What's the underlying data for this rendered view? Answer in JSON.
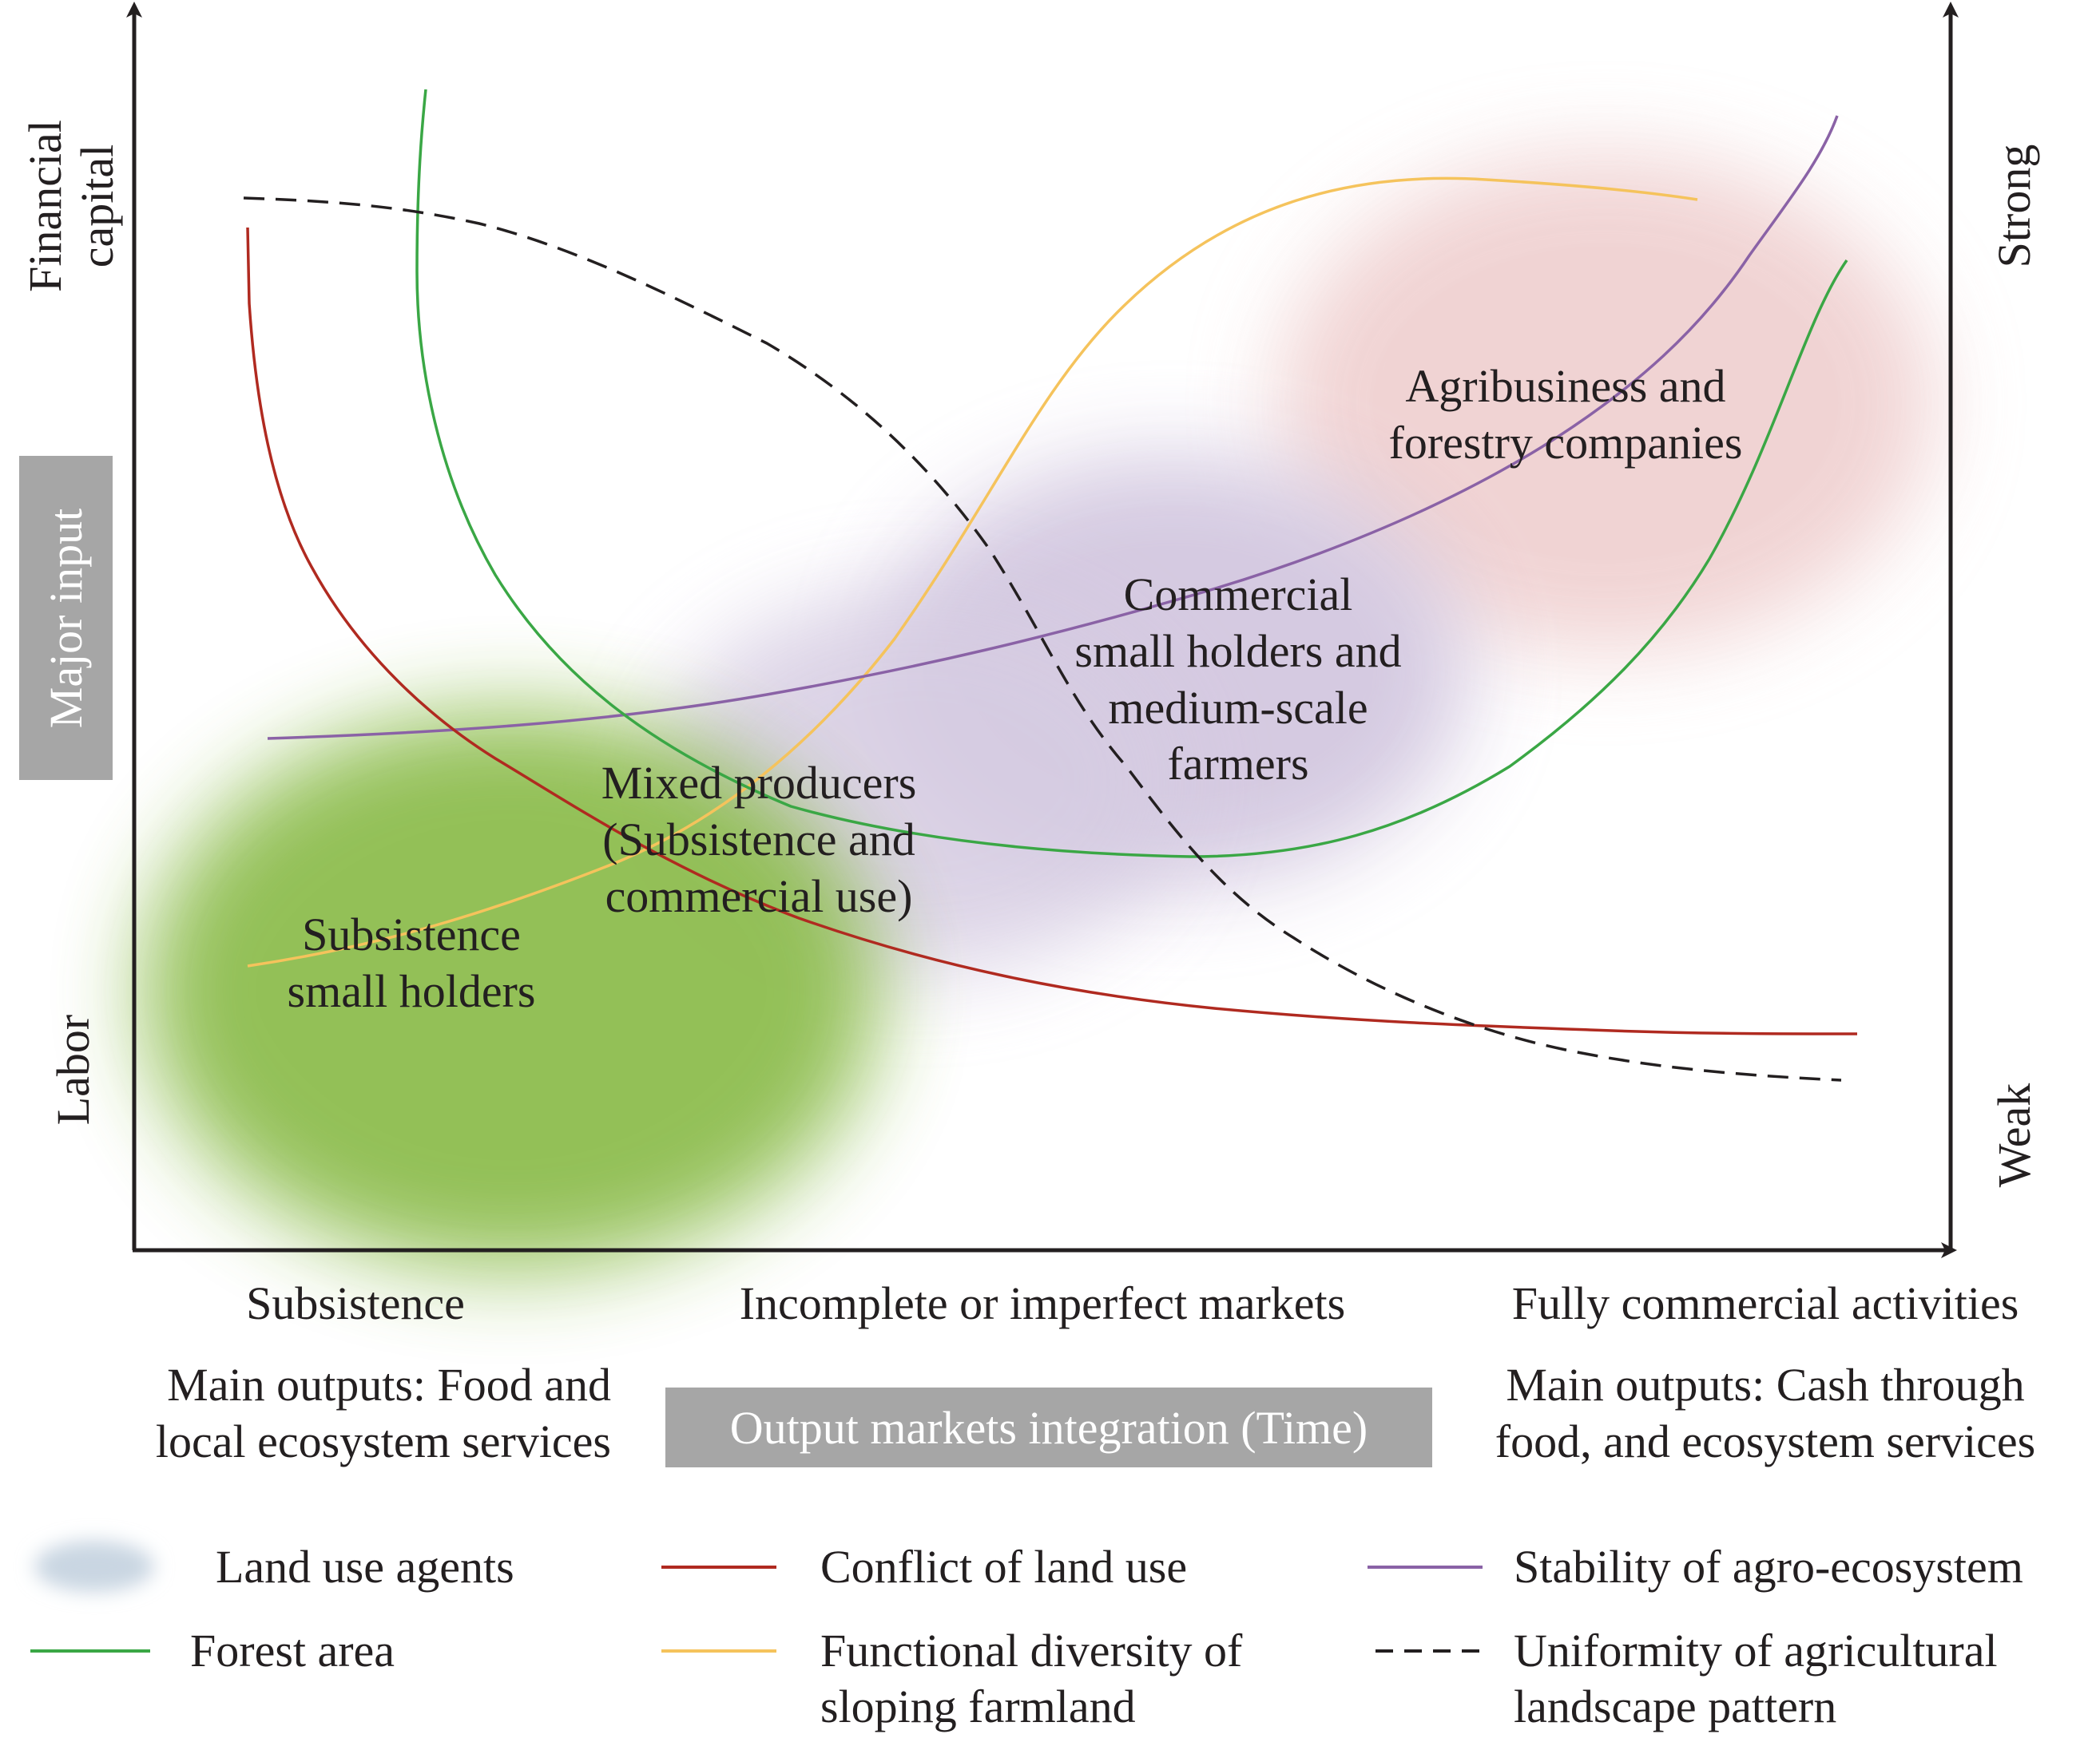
{
  "y_axis": {
    "top_label": "Financial capital",
    "top_label_lines": [
      "Financial",
      "capital"
    ],
    "middle_banner": "Major input",
    "bottom_label": "Labor"
  },
  "right_axis": {
    "top_label": "Strong",
    "bottom_label": "Weak"
  },
  "x_axis": {
    "categories": [
      "Subsistence",
      "Incomplete or imperfect markets",
      "Fully commercial activities"
    ],
    "banner": "Output markets integration (Time)",
    "left_note": [
      "Main outputs: Food and",
      "local ecosystem services"
    ],
    "right_note": [
      "Main outputs: Cash through",
      "food, and ecosystem services"
    ]
  },
  "agents": [
    {
      "name": "Subsistence small holders",
      "lines": [
        "Subsistence",
        "small holders"
      ],
      "color": "#8ebd50"
    },
    {
      "name": "Mixed producers (Subsistence and commercial use)",
      "lines": [
        "Mixed producers",
        "(Subsistence and",
        "commercial use)"
      ],
      "color": "#c9bdd8"
    },
    {
      "name": "Commercial small holders and medium-scale farmers",
      "lines": [
        "Commercial",
        "small holders and",
        "medium-scale",
        "farmers"
      ],
      "color": "#c9bdd8"
    },
    {
      "name": "Agribusiness and forestry companies",
      "lines": [
        "Agribusiness and",
        "forestry companies"
      ],
      "color": "#efcfcf"
    }
  ],
  "legend": [
    {
      "label": "Land use agents",
      "type": "blob",
      "color": "#c9d6e2"
    },
    {
      "label": "Conflict of land use",
      "type": "line",
      "color": "#b02a20"
    },
    {
      "label": "Stability of agro-ecosystem",
      "type": "line",
      "color": "#8a62a6"
    },
    {
      "label": "Forest area",
      "type": "line",
      "color": "#3aa745"
    },
    {
      "label": "Functional diversity of sloping farmland",
      "lines": [
        "Functional diversity of",
        "sloping farmland"
      ],
      "type": "line",
      "color": "#f5c35c"
    },
    {
      "label": "Uniformity of agricultural landscape pattern",
      "lines": [
        "Uniformity of agricultural",
        "landscape pattern"
      ],
      "type": "dashed",
      "color": "#231f20"
    }
  ],
  "curves": [
    {
      "name": "Conflict of land use",
      "color": "#b02a20",
      "trend": "decreasing"
    },
    {
      "name": "Forest area",
      "color": "#3aa745",
      "trend": "U-shaped"
    },
    {
      "name": "Functional diversity of sloping farmland",
      "color": "#f5c35c",
      "trend": "S-shaped increasing"
    },
    {
      "name": "Stability of agro-ecosystem",
      "color": "#8a62a6",
      "trend": "increasing"
    },
    {
      "name": "Uniformity of agricultural landscape pattern",
      "color": "#231f20",
      "trend": "decreasing"
    }
  ]
}
